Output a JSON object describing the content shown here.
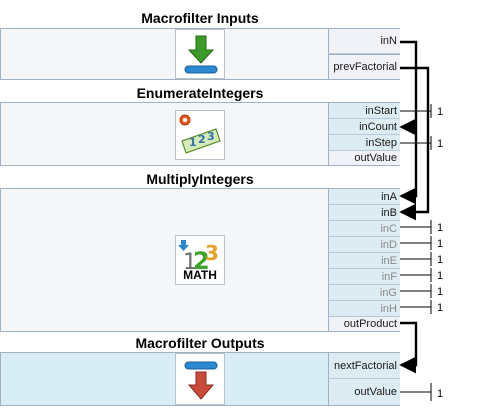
{
  "filters": {
    "inputs": {
      "title": "Macrofilter Inputs",
      "outputs": [
        "inN",
        "prevFactorial"
      ]
    },
    "enumerate": {
      "title": "EnumerateIntegers",
      "inputs": [
        "inStart",
        "inCount",
        "inStep"
      ],
      "outputs": [
        "outValue"
      ]
    },
    "multiply": {
      "title": "MultiplyIntegers",
      "inputs": [
        "inA",
        "inB",
        "inC",
        "inD",
        "inE",
        "inF",
        "inG",
        "inH"
      ],
      "outputs": [
        "outProduct"
      ]
    },
    "outputs_box": {
      "title": "Macrofilter Outputs",
      "inputs": [
        "nextFactorial",
        "outValue"
      ]
    }
  },
  "constants": {
    "enumerate_inStart": "1",
    "enumerate_inStep": "1",
    "multiply_inC": "1",
    "multiply_inD": "1",
    "multiply_inE": "1",
    "multiply_inF": "1",
    "multiply_inG": "1",
    "multiply_inH": "1",
    "outputs_outValue": "1"
  },
  "icons": {
    "inputs": "green-down-arrow-icon",
    "enumerate": "enumerate-integers-icon",
    "multiply": "math-icon",
    "outputs_box": "red-down-arrow-icon"
  },
  "math_label": "MATH",
  "colors": {
    "box_border": "#9fb1c3",
    "input_port_bg": "#dcecf2",
    "output_port_bg": "#f1f1f8",
    "wire": "#000000"
  }
}
